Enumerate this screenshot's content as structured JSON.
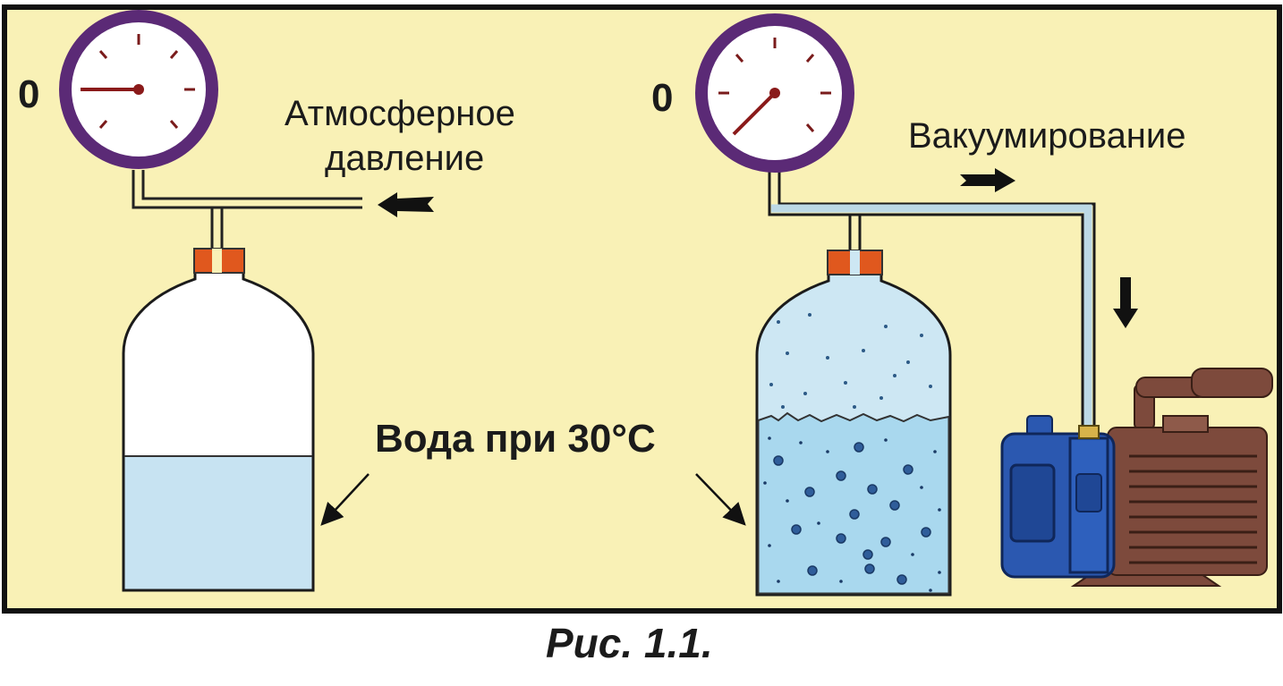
{
  "labels": {
    "gauge_left_zero": "0",
    "gauge_right_zero": "0",
    "atmospheric_line1": "Атмосферное",
    "atmospheric_line2": "давление",
    "vacuum": "Вакуумирование",
    "water": "Вода при 30°С",
    "caption": "Рис. 1.1."
  },
  "colors": {
    "background": "#f9f1b6",
    "border": "#111111",
    "gauge_rim": "#5b2a76",
    "gauge_needle": "#8a1a1a",
    "water_left": "#c7e3f2",
    "water_right": "#a9d8ee",
    "stopper": "#e0581e",
    "pump_blue": "#2b58b0",
    "pump_brown": "#7d4a3c"
  },
  "gauges": {
    "left_needle_angle_deg": 180,
    "right_needle_angle_deg": 225
  }
}
